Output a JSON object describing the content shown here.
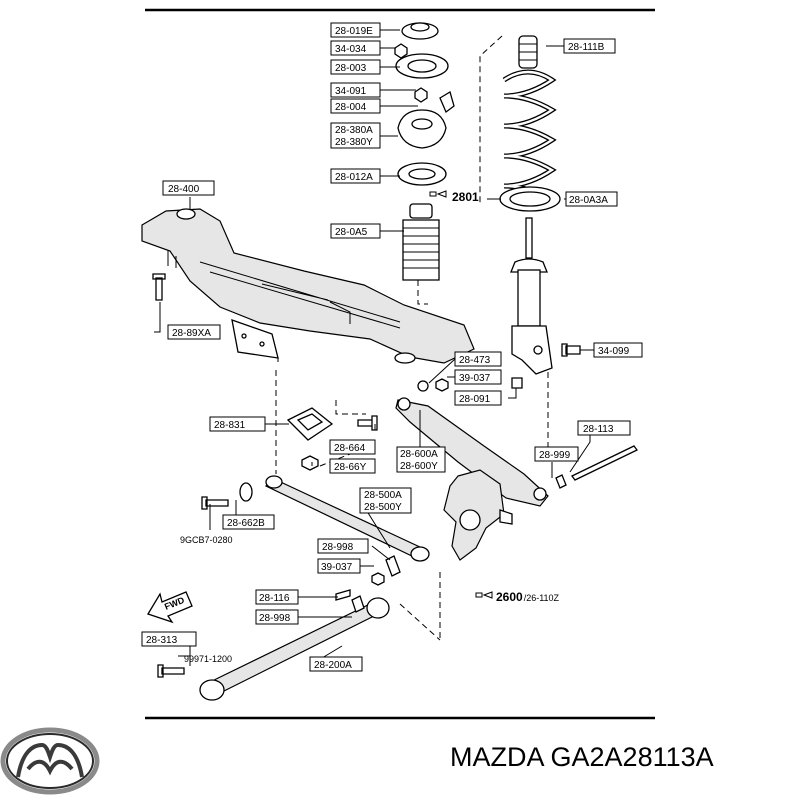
{
  "diagram": {
    "part_labels": [
      "28-019E",
      "34-034",
      "28-003",
      "34-091",
      "28-004",
      "28-380A",
      "28-380Y",
      "28-012A",
      "28-0A5",
      "28-111B",
      "28-0A3A",
      "28-400",
      "28-89XA",
      "28-473",
      "39-037",
      "28-091",
      "34-099",
      "28-831",
      "28-664",
      "28-66Y",
      "28-600A",
      "28-600Y",
      "28-999",
      "28-113",
      "28-662B",
      "28-500A",
      "28-500Y",
      "28-998",
      "39-037",
      "28-116",
      "28-998",
      "28-313",
      "28-200A"
    ],
    "plain_labels": [
      "9GCB7-0280",
      "99971-1200"
    ],
    "assembly_refs": [
      {
        "code": "2801",
        "suffix": ""
      },
      {
        "code": "2600",
        "suffix": "/26-110Z"
      }
    ],
    "fwd_label": "FWD"
  },
  "footer": {
    "brand_logo": "mazda-logo",
    "title": "MAZDA GA2A28113A"
  },
  "colors": {
    "line": "#000000",
    "background": "#ffffff",
    "shade": "#e6e6e6"
  }
}
